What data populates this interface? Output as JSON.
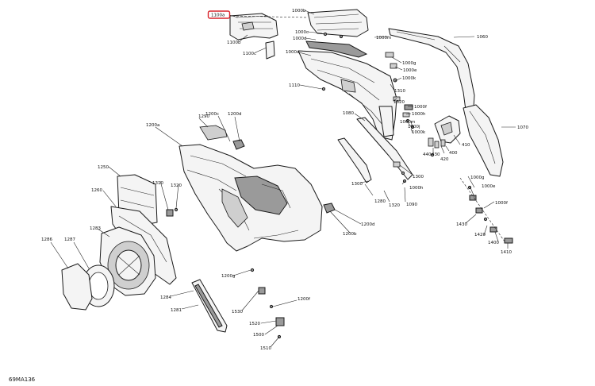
{
  "diagram": {
    "reference_code": "69MA136",
    "highlighted_label": "1100a",
    "labels": [
      {
        "id": "1100a",
        "text": "1100a",
        "highlight": true
      },
      {
        "id": "1100b",
        "text": "1100b"
      },
      {
        "id": "1100c",
        "text": "1100c"
      },
      {
        "id": "1000b",
        "text": "1000b"
      },
      {
        "id": "1000c",
        "text": "1000c"
      },
      {
        "id": "1000d",
        "text": "1000d"
      },
      {
        "id": "1000m_top",
        "text": "1000m"
      },
      {
        "id": "1060",
        "text": "1060"
      },
      {
        "id": "1000a_top",
        "text": "1000a"
      },
      {
        "id": "1000g_top",
        "text": "1000g"
      },
      {
        "id": "1000e_top",
        "text": "1000e"
      },
      {
        "id": "1000k_top",
        "text": "1000k"
      },
      {
        "id": "1310_top",
        "text": "1310"
      },
      {
        "id": "1110",
        "text": "1110"
      },
      {
        "id": "1320_top",
        "text": "1320"
      },
      {
        "id": "1000f",
        "text": "1000f"
      },
      {
        "id": "1000h",
        "text": "1000h"
      },
      {
        "id": "1080",
        "text": "1080"
      },
      {
        "id": "1000m_mid",
        "text": "1000m"
      },
      {
        "id": "1000j",
        "text": "1000j"
      },
      {
        "id": "1000k_mid",
        "text": "1000k"
      },
      {
        "id": "1070",
        "text": "1070"
      },
      {
        "id": "1290",
        "text": "1290"
      },
      {
        "id": "1200c",
        "text": "1200c"
      },
      {
        "id": "1200d_top",
        "text": "1200d"
      },
      {
        "id": "1200a",
        "text": "1200a"
      },
      {
        "id": "410",
        "text": "410"
      },
      {
        "id": "440",
        "text": "440"
      },
      {
        "id": "430",
        "text": "430"
      },
      {
        "id": "400",
        "text": "400"
      },
      {
        "id": "420",
        "text": "420"
      },
      {
        "id": "1300_r",
        "text": "1300"
      },
      {
        "id": "1000g_r",
        "text": "1000g"
      },
      {
        "id": "1000e_r",
        "text": "1000e"
      },
      {
        "id": "1300_l",
        "text": "1300"
      },
      {
        "id": "1280",
        "text": "1280"
      },
      {
        "id": "1320_m",
        "text": "1320"
      },
      {
        "id": "1000h_m",
        "text": "1000h"
      },
      {
        "id": "1090",
        "text": "1090"
      },
      {
        "id": "1250",
        "text": "1250"
      },
      {
        "id": "1310_l",
        "text": "1310"
      },
      {
        "id": "1320_l",
        "text": "1320"
      },
      {
        "id": "1260",
        "text": "1260"
      },
      {
        "id": "1000f_r",
        "text": "1000f"
      },
      {
        "id": "1430",
        "text": "1430"
      },
      {
        "id": "1420",
        "text": "1420"
      },
      {
        "id": "1400",
        "text": "1400"
      },
      {
        "id": "1410",
        "text": "1410"
      },
      {
        "id": "1200d_b",
        "text": "1200d"
      },
      {
        "id": "1200b",
        "text": "1200b"
      },
      {
        "id": "1283",
        "text": "1283"
      },
      {
        "id": "1286",
        "text": "1286"
      },
      {
        "id": "1287",
        "text": "1287"
      },
      {
        "id": "1200g",
        "text": "1200g"
      },
      {
        "id": "1284",
        "text": "1284"
      },
      {
        "id": "1281",
        "text": "1281"
      },
      {
        "id": "1200f",
        "text": "1200f"
      },
      {
        "id": "1530",
        "text": "1530"
      },
      {
        "id": "1520",
        "text": "1520"
      },
      {
        "id": "1500",
        "text": "1500"
      },
      {
        "id": "1510",
        "text": "1510"
      }
    ]
  }
}
